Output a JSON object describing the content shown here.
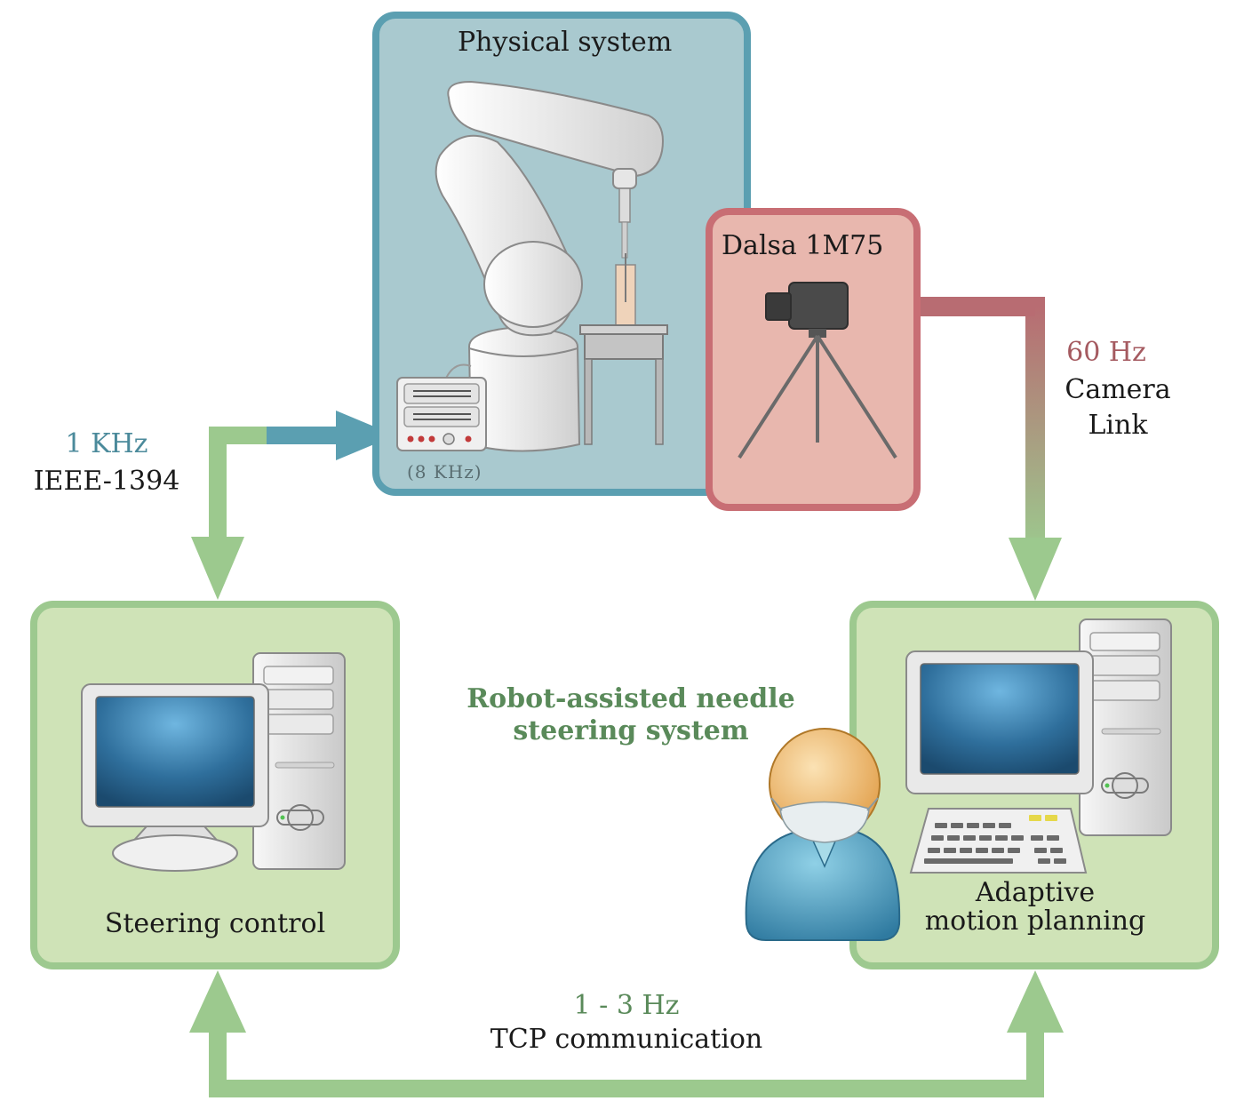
{
  "physical_system": {
    "title": "Physical system",
    "controller_rate": "(8 KHz)"
  },
  "camera": {
    "title": "Dalsa 1M75"
  },
  "link_left": {
    "rate": "1 KHz",
    "protocol": "IEEE-1394"
  },
  "link_right": {
    "rate": "60 Hz",
    "protocol_line1": "Camera",
    "protocol_line2": "Link"
  },
  "link_bottom": {
    "rate": "1 - 3 Hz",
    "protocol": "TCP communication"
  },
  "system_title": {
    "line1": "Robot-assisted needle",
    "line2": "steering system"
  },
  "steering_box": {
    "label": "Steering control"
  },
  "planning_box": {
    "label_line1": "Adaptive",
    "label_line2": "motion planning"
  },
  "colors": {
    "green_box_fill": "#cfe3b7",
    "green_box_stroke": "#9dc98f",
    "blue_box_fill": "#a9c9cf",
    "blue_box_stroke": "#5b9fb1",
    "red_box_fill": "#e8b7ae",
    "red_box_stroke": "#c86e74",
    "arrow_green": "#9cc98e",
    "arrow_blue": "#5b9fb1",
    "arrow_red": "#b86c72",
    "text_blue": "#4b8a9b",
    "text_red": "#a55a60",
    "text_green": "#5a8a5a",
    "text_dark": "#1a1a1a"
  }
}
